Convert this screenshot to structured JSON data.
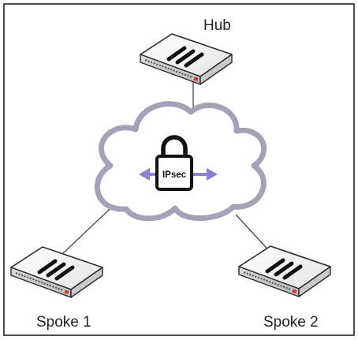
{
  "nodes": {
    "hub": {
      "label": "Hub"
    },
    "spoke1": {
      "label": "Spoke 1"
    },
    "spoke2": {
      "label": "Spoke 2"
    }
  },
  "tunnel": {
    "label": "IPsec",
    "icon": "padlock-icon"
  },
  "colors": {
    "frame": "#222222",
    "link": "#444444",
    "cloud_stroke": "#a3a3b8",
    "arrow": "#8c7fd6",
    "device_body": "#f4f4f4",
    "device_edge": "#2a2a2a",
    "status_led": "#d0342c"
  }
}
